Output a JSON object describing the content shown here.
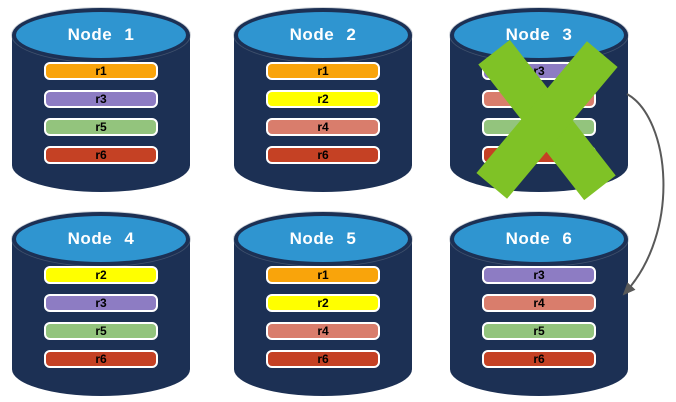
{
  "nodes": [
    {
      "label": "Node 1",
      "failed": false,
      "replicas": [
        {
          "label": "r1",
          "color": "#F9A40B"
        },
        {
          "label": "r3",
          "color": "#8D7CC3"
        },
        {
          "label": "r5",
          "color": "#93C47D"
        },
        {
          "label": "r6",
          "color": "#C54124"
        }
      ]
    },
    {
      "label": "Node 2",
      "failed": false,
      "replicas": [
        {
          "label": "r1",
          "color": "#F9A40B"
        },
        {
          "label": "r2",
          "color": "#FFFF00"
        },
        {
          "label": "r4",
          "color": "#D97D6C"
        },
        {
          "label": "r6",
          "color": "#C54124"
        }
      ]
    },
    {
      "label": "Node 3",
      "failed": true,
      "replicas": [
        {
          "label": "r3",
          "color": "#8D7CC3"
        },
        {
          "label": "",
          "color": "#D97D6C"
        },
        {
          "label": "",
          "color": "#93C47D"
        },
        {
          "label": "",
          "color": "#C54124"
        }
      ]
    },
    {
      "label": "Node 4",
      "failed": false,
      "replicas": [
        {
          "label": "r2",
          "color": "#FFFF00"
        },
        {
          "label": "r3",
          "color": "#8D7CC3"
        },
        {
          "label": "r5",
          "color": "#93C47D"
        },
        {
          "label": "r6",
          "color": "#C54124"
        }
      ]
    },
    {
      "label": "Node 5",
      "failed": false,
      "replicas": [
        {
          "label": "r1",
          "color": "#F9A40B"
        },
        {
          "label": "r2",
          "color": "#FFFF00"
        },
        {
          "label": "r4",
          "color": "#D97D6C"
        },
        {
          "label": "r6",
          "color": "#C54124"
        }
      ]
    },
    {
      "label": "Node 6",
      "failed": false,
      "replicas": [
        {
          "label": "r3",
          "color": "#8D7CC3"
        },
        {
          "label": "r4",
          "color": "#D97D6C"
        },
        {
          "label": "r5",
          "color": "#93C47D"
        },
        {
          "label": "r6",
          "color": "#C54124"
        }
      ]
    }
  ],
  "arrow": {
    "from": "Node 3",
    "to": "Node 6",
    "color": "#595959"
  },
  "colors": {
    "background": "#FFFFFF",
    "cylinder_body": "#1C3054",
    "cylinder_top": "#2F95D0",
    "node_label": "#FFFFFF",
    "bar_border": "#FFFFFF",
    "bar_text": "#000000",
    "x_mark": "#7FC226"
  }
}
